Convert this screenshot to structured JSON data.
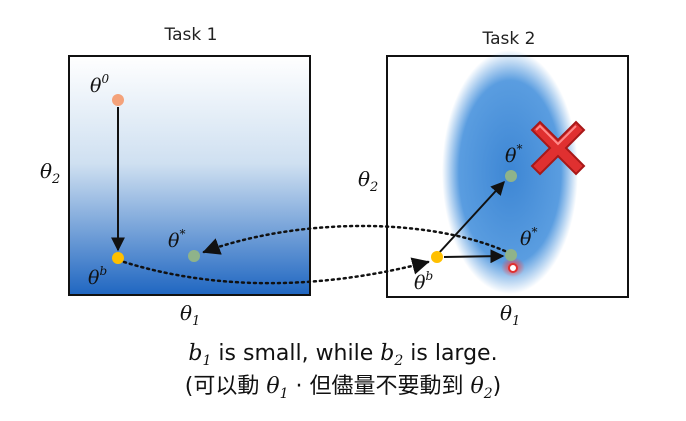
{
  "task1": {
    "title": "Task 1",
    "x_label": "θ",
    "x_sub": "1",
    "y_label": "θ",
    "y_sub": "2",
    "pt_start": "θ",
    "pt_start_sup": "0",
    "pt_b": "θ",
    "pt_b_sup": "b",
    "pt_star": "θ",
    "pt_star_sup": "*"
  },
  "task2": {
    "title": "Task 2",
    "x_label": "θ",
    "x_sub": "1",
    "y_label": "θ",
    "y_sub": "2",
    "pt_b": "θ",
    "pt_b_sup": "b",
    "pt_star_top": "θ",
    "pt_star_top_sup": "*",
    "pt_star_right": "θ",
    "pt_star_right_sup": "*"
  },
  "caption": {
    "b1": "b",
    "b1_sub": "1",
    "mid": " is small, while ",
    "b2": "b",
    "b2_sub": "2",
    "end": " is large.",
    "line2_open": "(可以動 ",
    "theta1": "θ",
    "theta1_sub": "1",
    "line2_mid": " · 但儘量不要動到 ",
    "theta2": "θ",
    "theta2_sub": "2",
    "line2_close": ")"
  },
  "colors": {
    "start_point": "#f4a27a",
    "b_point": "#ffc000",
    "star_point": "#8fb38a",
    "red_x": "#e03030",
    "blob": "#4a90d9"
  },
  "icons": [
    "red-x-icon"
  ]
}
